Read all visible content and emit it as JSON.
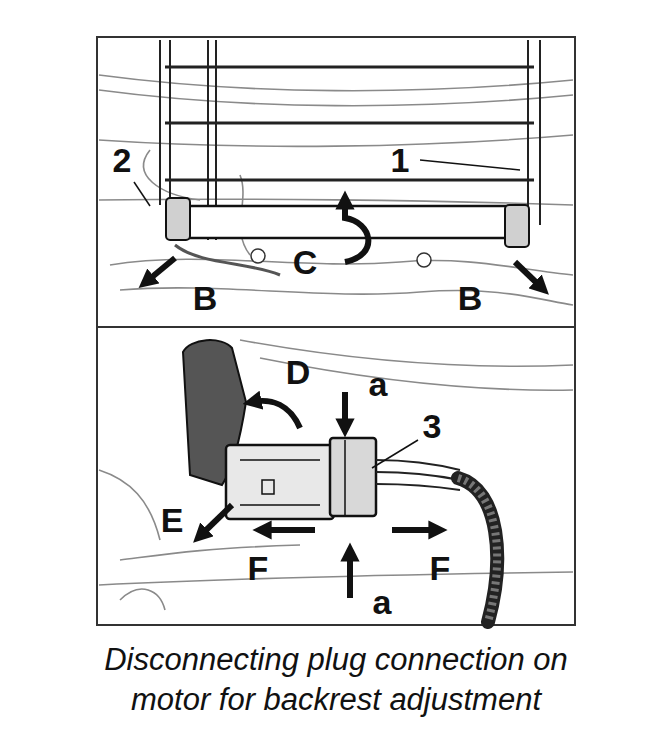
{
  "diagram": {
    "caption": "Disconnecting plug connection on motor for backrest adjustment",
    "labels": [
      "2",
      "1",
      "C",
      "B",
      "B",
      "D",
      "a",
      "3",
      "E",
      "F",
      "F",
      "a"
    ]
  }
}
